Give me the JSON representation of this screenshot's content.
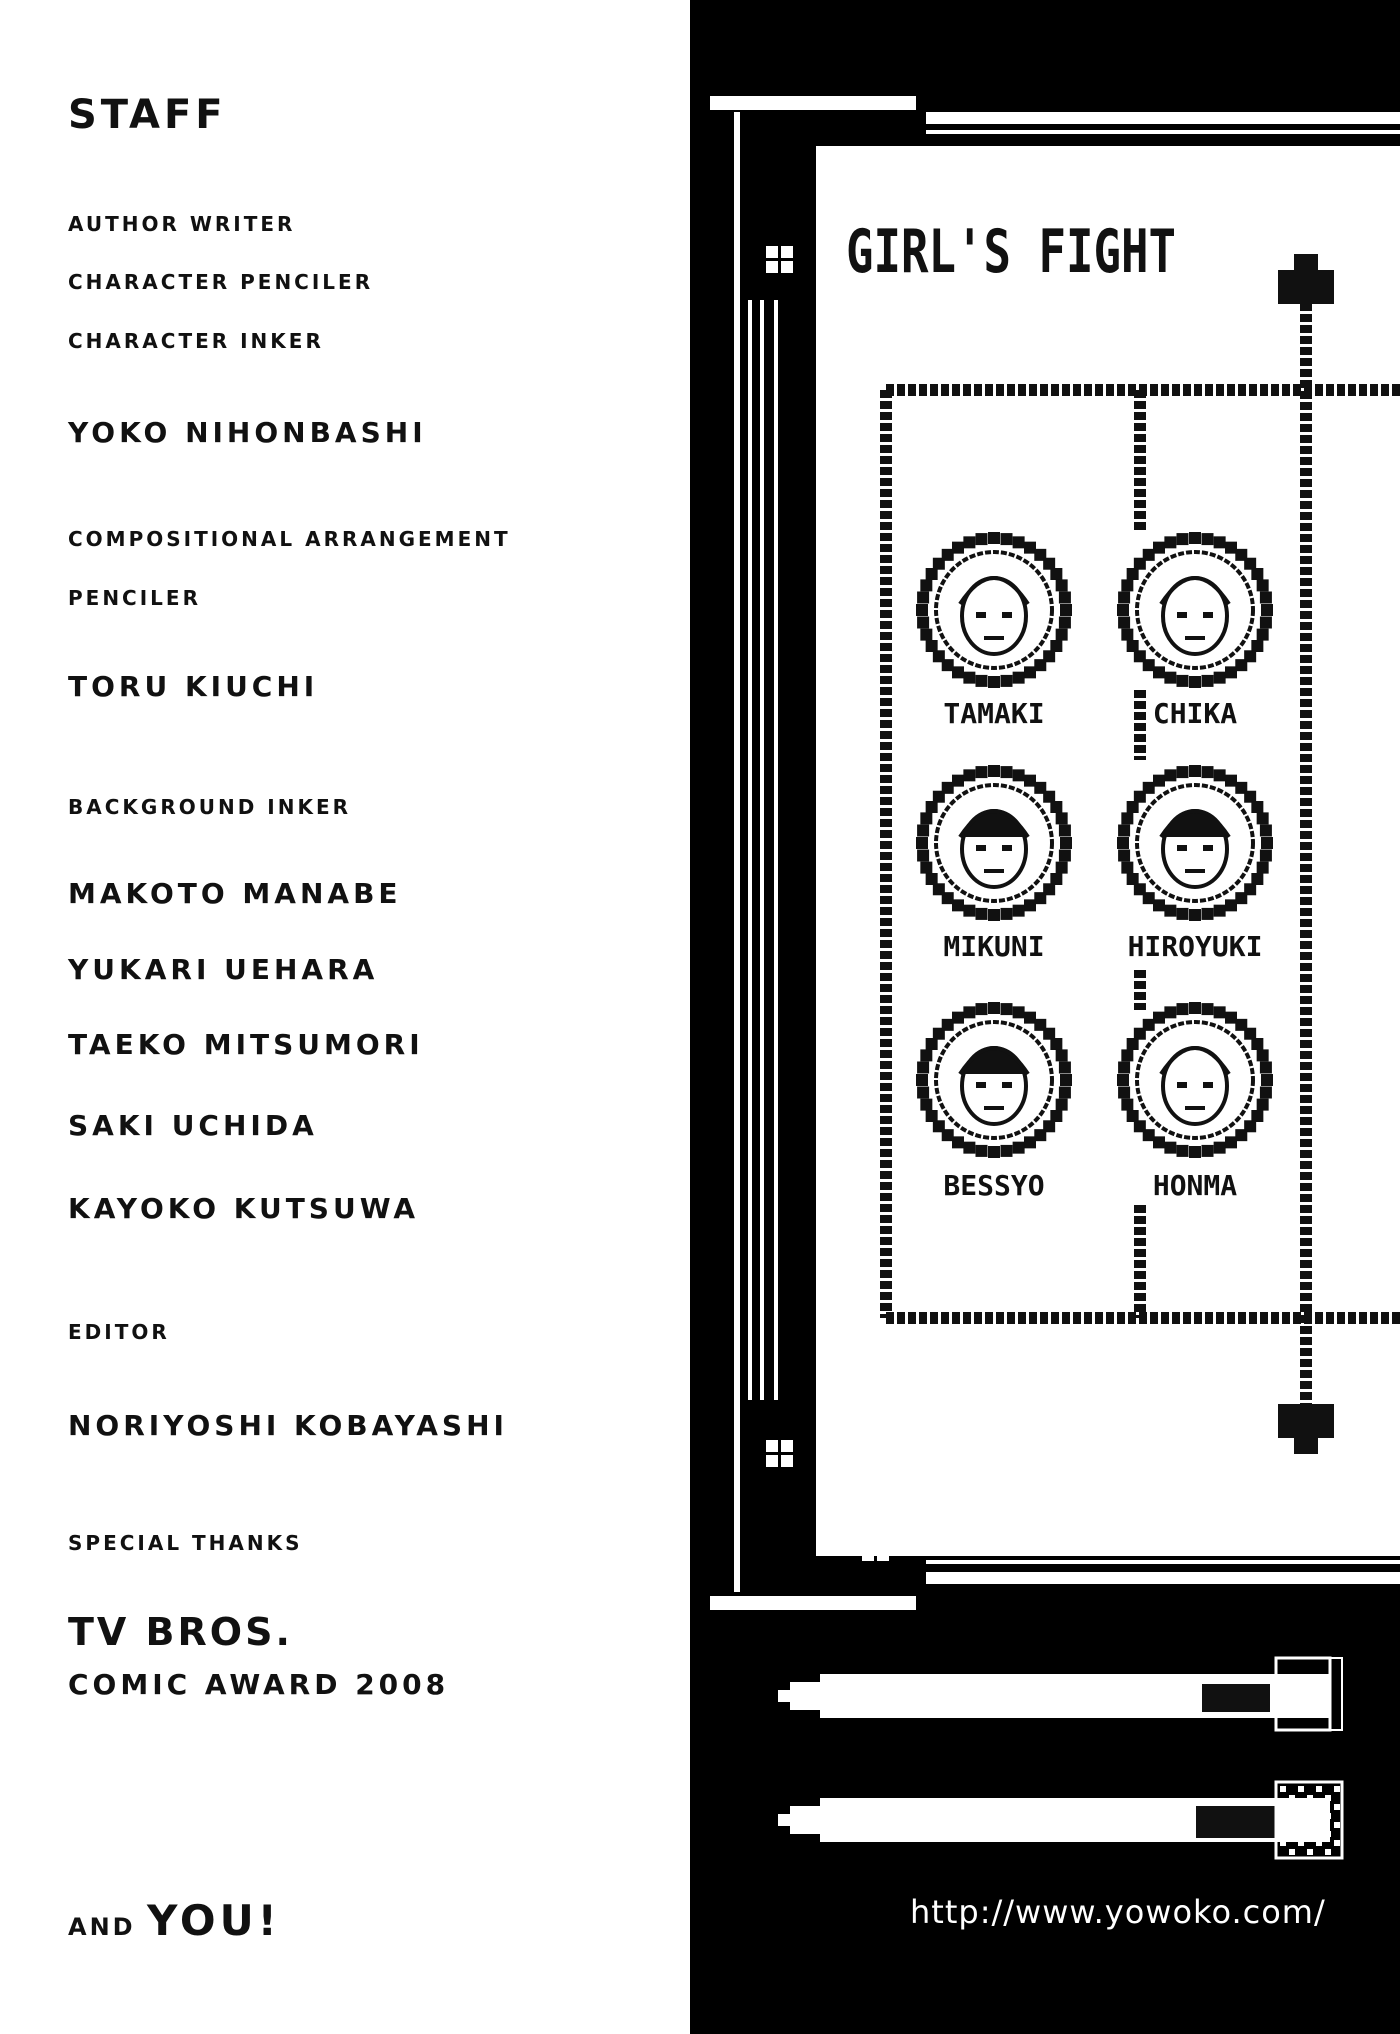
{
  "credits": {
    "heading": "STAFF",
    "author_roles": [
      "AUTHOR WRITER",
      "CHARACTER PENCILER",
      "CHARACTER INKER"
    ],
    "author_name": "YOKO NIHONBASHI",
    "composition_roles": [
      "COMPOSITIONAL ARRANGEMENT",
      "PENCILER"
    ],
    "composition_name": "TORU KIUCHI",
    "background_role": "BACKGROUND INKER",
    "background_names": [
      "MAKOTO MANABE",
      "YUKARI UEHARA",
      "TAEKO MITSUMORI",
      "SAKI UCHIDA",
      "KAYOKO KUTSUWA"
    ],
    "editor_role": "EDITOR",
    "editor_name": "NORIYOSHI KOBAYASHI",
    "thanks_role": "SPECIAL THANKS",
    "thanks_line1": "TV BROS.",
    "thanks_line2": "COMIC AWARD 2008",
    "closing_prefix": "AND",
    "closing_main": "YOU!"
  },
  "artwork": {
    "title": "GIRL'S FIGHT",
    "characters": [
      "TAMAKI",
      "CHIKA",
      "MIKUNI",
      "HIROYUKI",
      "BESSYO",
      "HONMA"
    ],
    "url": "http://www.yowoko.com/",
    "colors": {
      "background": "#000000",
      "paper": "#ffffff",
      "ink": "#111111"
    }
  }
}
